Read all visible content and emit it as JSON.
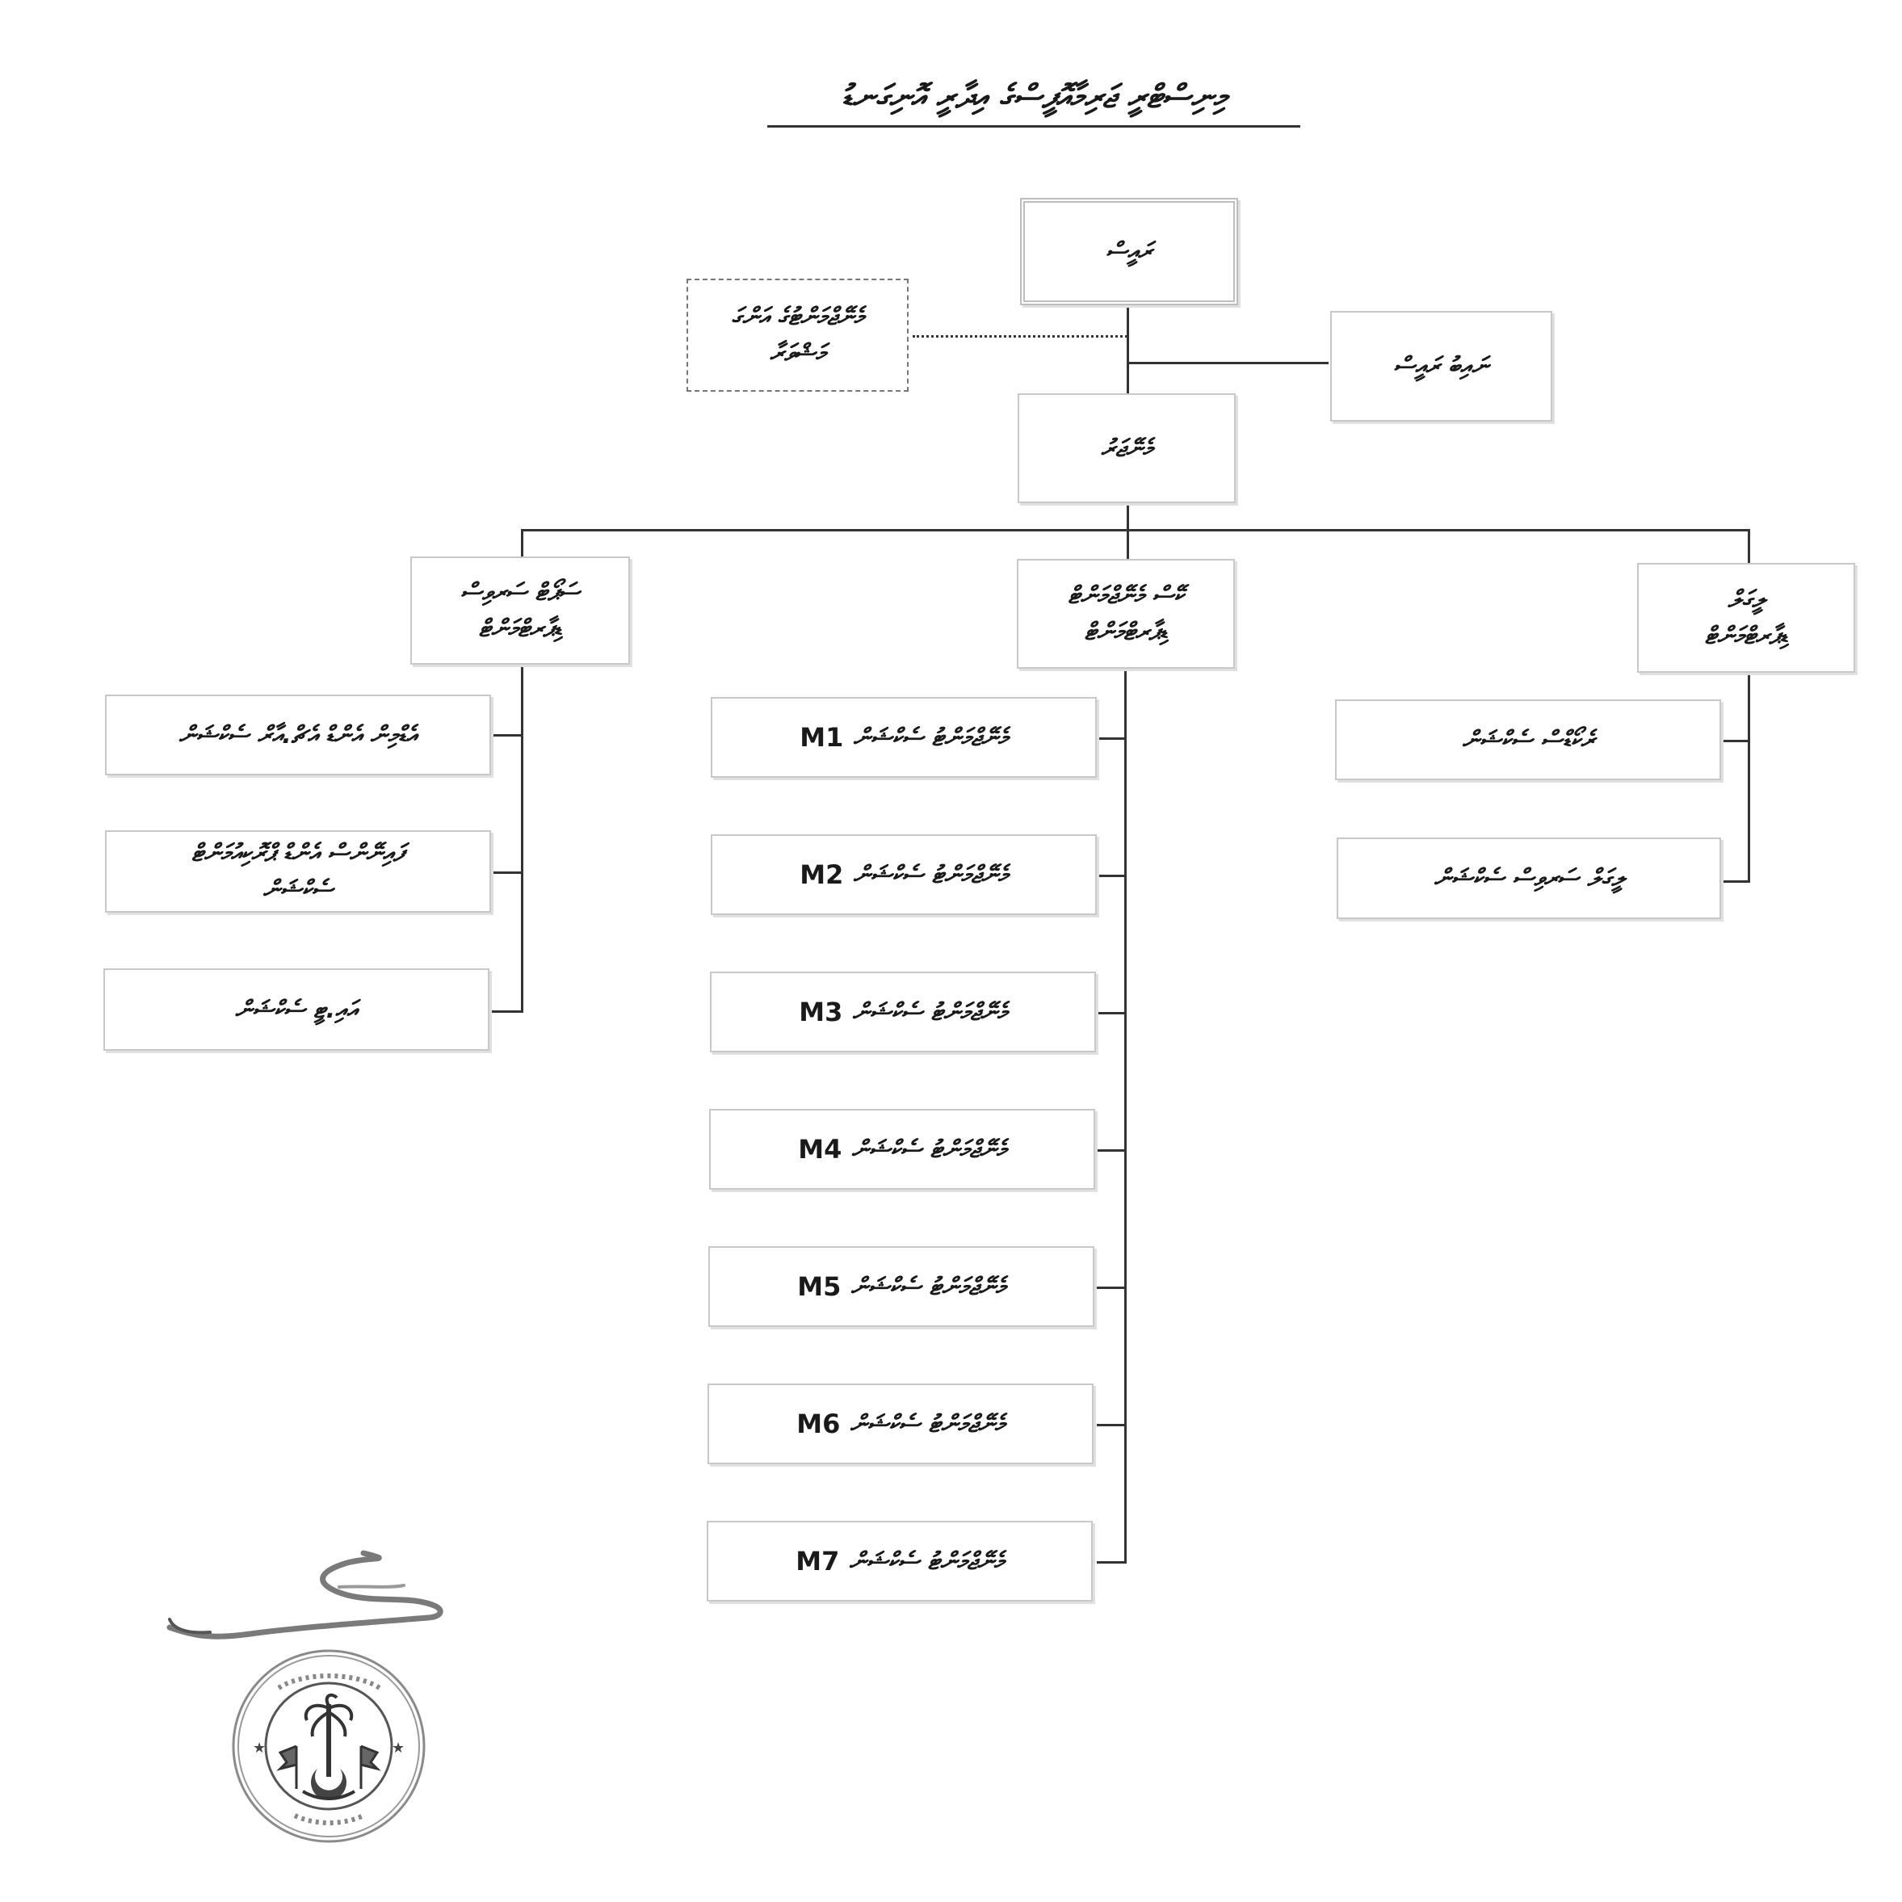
{
  "title": "މިނިސްޓްރީ ޖަރިމާއޮފީސްގެ އިދާރީ އޮނިގަނޑު",
  "nodes": {
    "head": "ރައީސް",
    "vice_head": "ނައިބު ރައީސް",
    "advisory": [
      "މެނޭޖްމަންޓުގެ އަންގަ",
      "މަޝްވަރާ"
    ],
    "director": "މެނޭޖަރު",
    "div_left": [
      "ސަޕޯޓް ސަރވިސް",
      "ޑިޕާރޓްމަންޓް"
    ],
    "div_mid": [
      "ކޭސް މެނޭޖްމަންޓް",
      "ޑިޕާރޓްމަންޓް"
    ],
    "div_right": [
      "ލީގަލް",
      "ޑިޕާރޓްމަންޓް"
    ]
  },
  "left_units": [
    [
      "އެޑްމިން އެންޑް އެޗް.އާރް ސެކްޝަން"
    ],
    [
      "ފައިނޭންސް އެންޑް ޕްރޮކިއުމަންޓް",
      "ސެކްޝަން"
    ],
    [
      "އައި.ޓީ ސެކްޝަން"
    ]
  ],
  "mid_units": [
    {
      "label": "މެނޭޖްމަންޓު ސެކްޝަން",
      "code": "M1"
    },
    {
      "label": "މެނޭޖްމަންޓު ސެކްޝަން",
      "code": "M2"
    },
    {
      "label": "މެނޭޖްމަންޓު ސެކްޝަން",
      "code": "M3"
    },
    {
      "label": "މެނޭޖްމަންޓު ސެކްޝަން",
      "code": "M4"
    },
    {
      "label": "މެނޭޖްމަންޓު ސެކްޝަން",
      "code": "M5"
    },
    {
      "label": "މެނޭޖްމަންޓު ސެކްޝަން",
      "code": "M6"
    },
    {
      "label": "މެނޭޖްމަންޓު ސެކްޝަން",
      "code": "M7"
    }
  ],
  "right_units": [
    [
      "ރެކޯޑްސް ސެކްޝަން"
    ],
    [
      "ލީގަލް ސަރވިސް ސެކްޝަން"
    ]
  ]
}
